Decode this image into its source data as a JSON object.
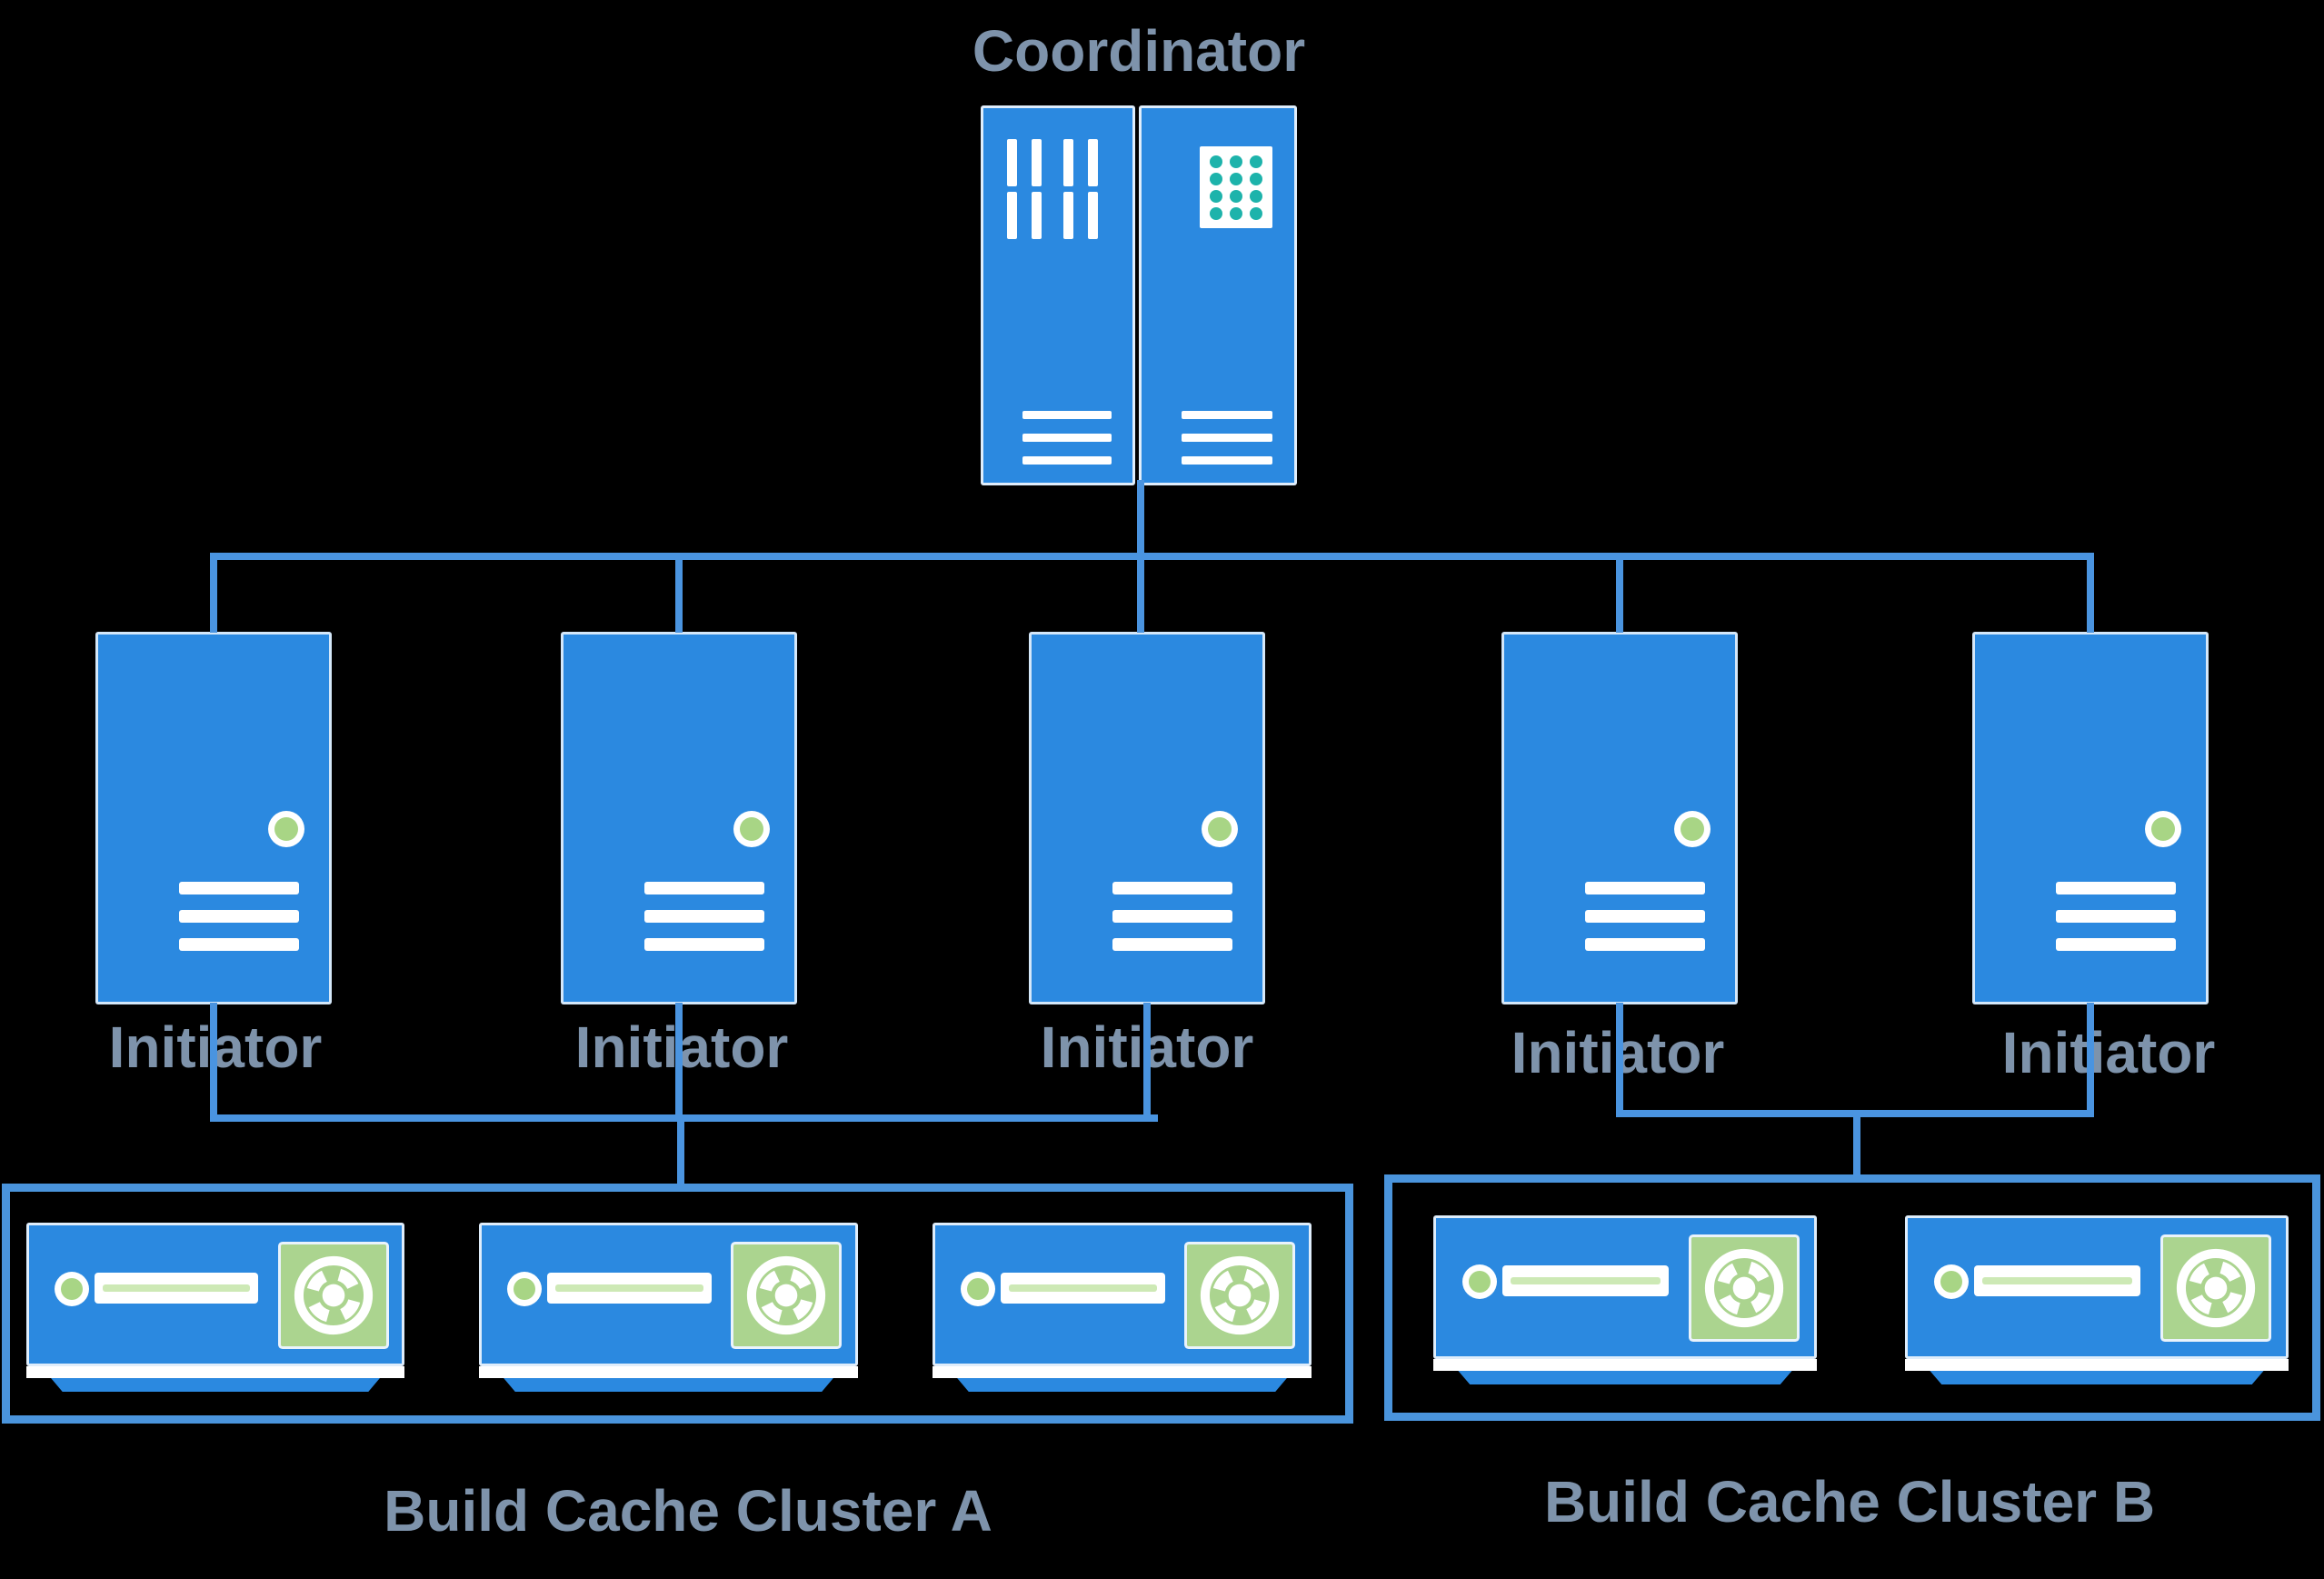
{
  "coordinator": {
    "label": "Coordinator"
  },
  "initiators": [
    {
      "label": "Initiator"
    },
    {
      "label": "Initiator"
    },
    {
      "label": "Initiator"
    },
    {
      "label": "Initiator"
    },
    {
      "label": "Initiator"
    }
  ],
  "clusters": [
    {
      "label": "Build Cache Cluster A",
      "device_count": 3
    },
    {
      "label": "Build Cache Cluster B",
      "device_count": 2
    }
  ],
  "icons": {
    "coordinator": "server-rack-icon",
    "initiator": "server-tower-icon",
    "cache_device": "cache-server-icon",
    "status_light": "status-light-icon",
    "fan": "fan-disk-icon",
    "dot_grid": "dot-grid-icon",
    "vents": "vent-lines-icon"
  },
  "colors": {
    "background": "#000000",
    "server_blue": "#2b89e0",
    "connector_blue": "#4a94e0",
    "cluster_border_blue": "#4a94dc",
    "label_gray_blue": "#7e93ab",
    "status_green": "#a8d585",
    "fan_green": "#abd48f",
    "dot_teal": "#1db3ab",
    "white": "#ffffff"
  }
}
